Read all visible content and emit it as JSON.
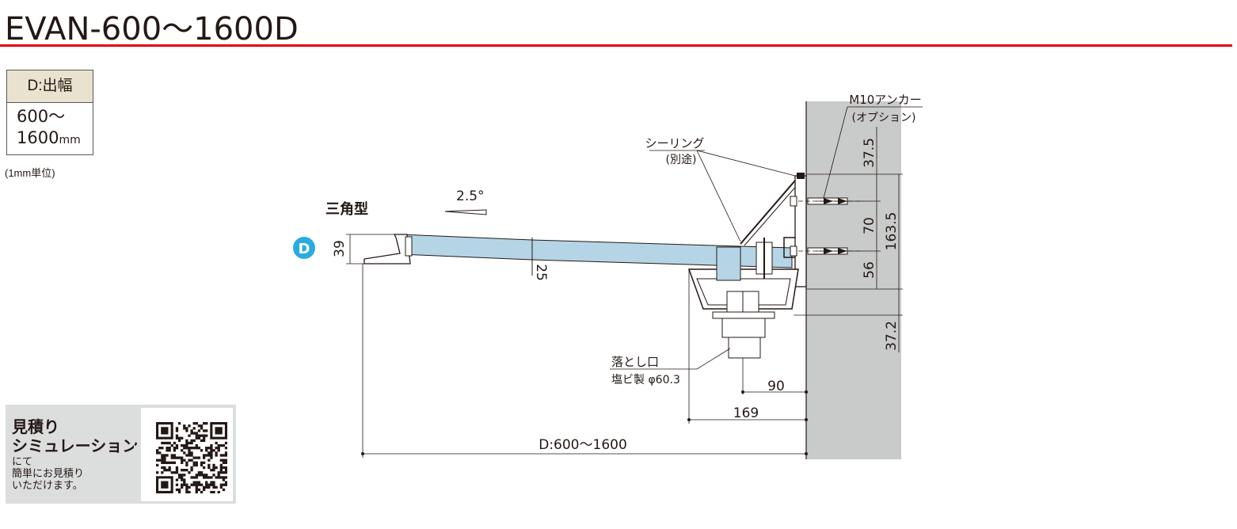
{
  "title": "EVAN-600～1600D",
  "spec": {
    "header": "D:出幅",
    "range_line1": "600～",
    "range_line2": "1600",
    "range_unit": "mm",
    "note": "(1mm単位)"
  },
  "quote": {
    "title_line1": "見積り",
    "title_line2": "シミュレーション",
    "sub_line1": "にて",
    "sub_line2": "簡単にお見積り",
    "sub_line3": "いただけます。"
  },
  "diagram": {
    "type_label": "三角型",
    "slope_label": "2.5°",
    "d_badge": "D",
    "sealing_label": "シーリング",
    "sealing_sub": "(別途)",
    "anchor_label": "M10アンカー",
    "anchor_sub": "(オプション)",
    "drain_label": "落とし口",
    "drain_sub": "塩ビ製 φ60.3",
    "dims": {
      "front_height": "39",
      "beam_depth": "25",
      "top_offset": "37.5",
      "anchor_pitch": "70",
      "total_height": "163.5",
      "lower_offset": "56",
      "drain_offset": "37.2",
      "drain_from_wall": "90",
      "gutter_from_wall": "169",
      "projection": "D:600～1600"
    }
  },
  "colors": {
    "accent_red": "#e50012",
    "badge_blue": "#29abe2",
    "beam_blue": "#b5d5e7",
    "wall_gray": "#c9caca",
    "panel_gray": "#dcdddd",
    "header_beige": "#e9e2cf"
  }
}
